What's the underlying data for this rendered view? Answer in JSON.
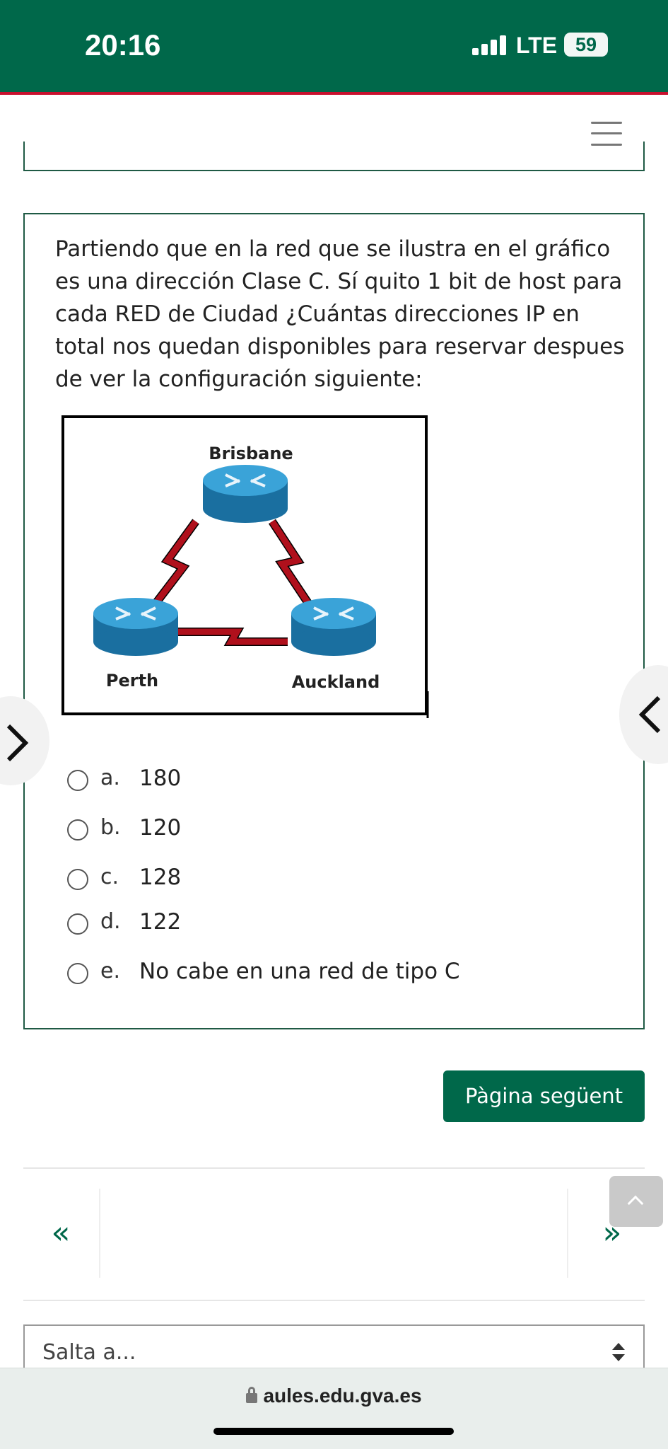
{
  "status_bar": {
    "time": "20:16",
    "network": "LTE",
    "battery": "59",
    "color": "#00684a"
  },
  "question": {
    "text": "Partiendo que en la red que se ilustra en el gráfico es una dirección Clase C. Sí quito 1 bit de host para cada RED de Ciudad ¿Cuántas direcciones IP en total nos quedan disponibles para reservar despues de ver la configuración siguiente:",
    "diagram": {
      "nodes": [
        "Brisbane",
        "Perth",
        "Auckland"
      ]
    },
    "options": [
      {
        "letter": "a.",
        "text": "180"
      },
      {
        "letter": "b.",
        "text": "120"
      },
      {
        "letter": "c.",
        "text": "128"
      },
      {
        "letter": "d.",
        "text": "122"
      },
      {
        "letter": "e.",
        "text": "No cabe en una red de tipo C"
      }
    ]
  },
  "actions": {
    "next_page": "Pàgina següent"
  },
  "navigation": {
    "prev_icon": "«",
    "next_icon": "»"
  },
  "jump": {
    "label": "Salta a..."
  },
  "browser": {
    "url": "aules.edu.gva.es"
  },
  "colors": {
    "brand": "#00684a",
    "accent_line": "#c8102e",
    "link_red": "#b0101c"
  }
}
